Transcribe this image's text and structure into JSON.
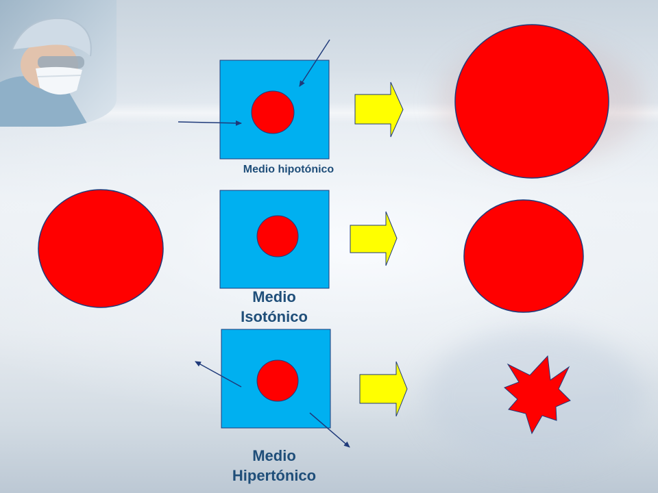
{
  "labels": {
    "hypotonic": "Medio hipotónico",
    "isotonic_line1": "Medio",
    "isotonic_line2": "Isotónico",
    "hypertonic_line1": "Medio",
    "hypertonic_line2": "Hipertónico"
  },
  "colors": {
    "medium": "#00B0F0",
    "cell": "#FF0000",
    "cell_outline": "#1F3A7A",
    "arrow_fill": "#FFFF00",
    "label_text": "#1F4E79",
    "water_arrow": "#1F3A7A"
  },
  "icons": {
    "photo": "surgeon-photo",
    "process_arrow": "block-right-arrow",
    "burst_cell": "starburst-crenated-cell"
  }
}
